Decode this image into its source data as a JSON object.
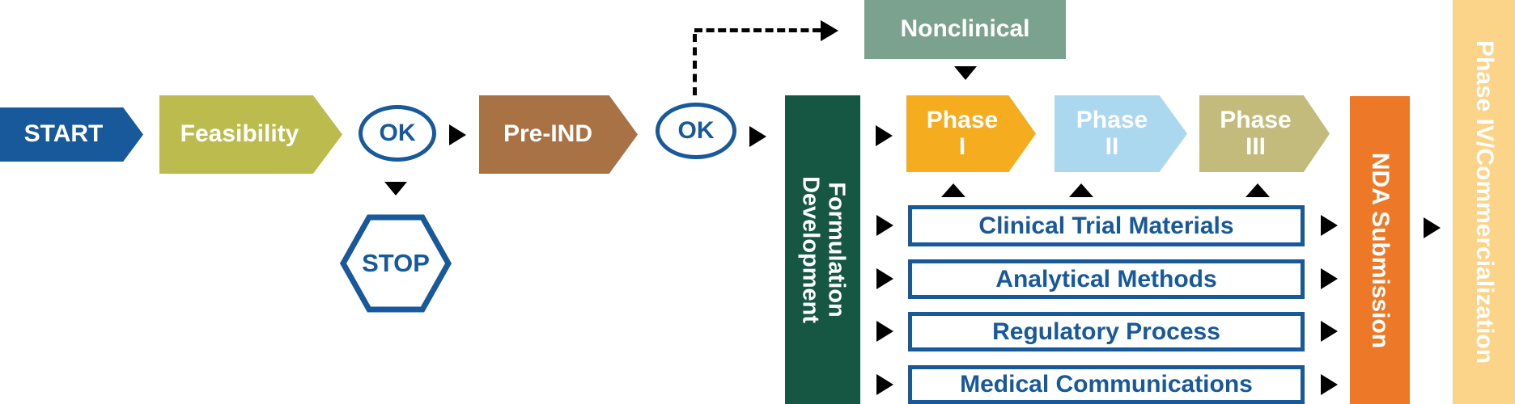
{
  "palette": {
    "blue": "#17599B",
    "olive": "#BCBC4E",
    "brown": "#A97245",
    "sage_green": "#7BA28E",
    "dark_green": "#155742",
    "amber": "#F5AC1E",
    "light_blue": "#ABD7EF",
    "khaki": "#C3BB7C",
    "orange": "#EC7828",
    "light_amber": "#FBD489",
    "connector_black": "#000000",
    "text_white": "#FFFFFF"
  },
  "nodes": {
    "start": "START",
    "feasibility": "Feasibility",
    "ok_gate_1": "OK",
    "stop": "STOP",
    "pre_ind": "Pre-IND",
    "ok_gate_2": "OK",
    "nonclinical": "Nonclinical",
    "formulation_line1": "Formulation",
    "formulation_line2": "Development",
    "nda_submission": "NDA Submission",
    "phase4_commercialization": "Phase IV/Commercialization"
  },
  "phases": [
    {
      "line1": "Phase",
      "line2": "I"
    },
    {
      "line1": "Phase",
      "line2": "II"
    },
    {
      "line1": "Phase",
      "line2": "III"
    }
  ],
  "workstreams": [
    "Clinical Trial Materials",
    "Analytical Methods",
    "Regulatory Process",
    "Medical Communications"
  ]
}
